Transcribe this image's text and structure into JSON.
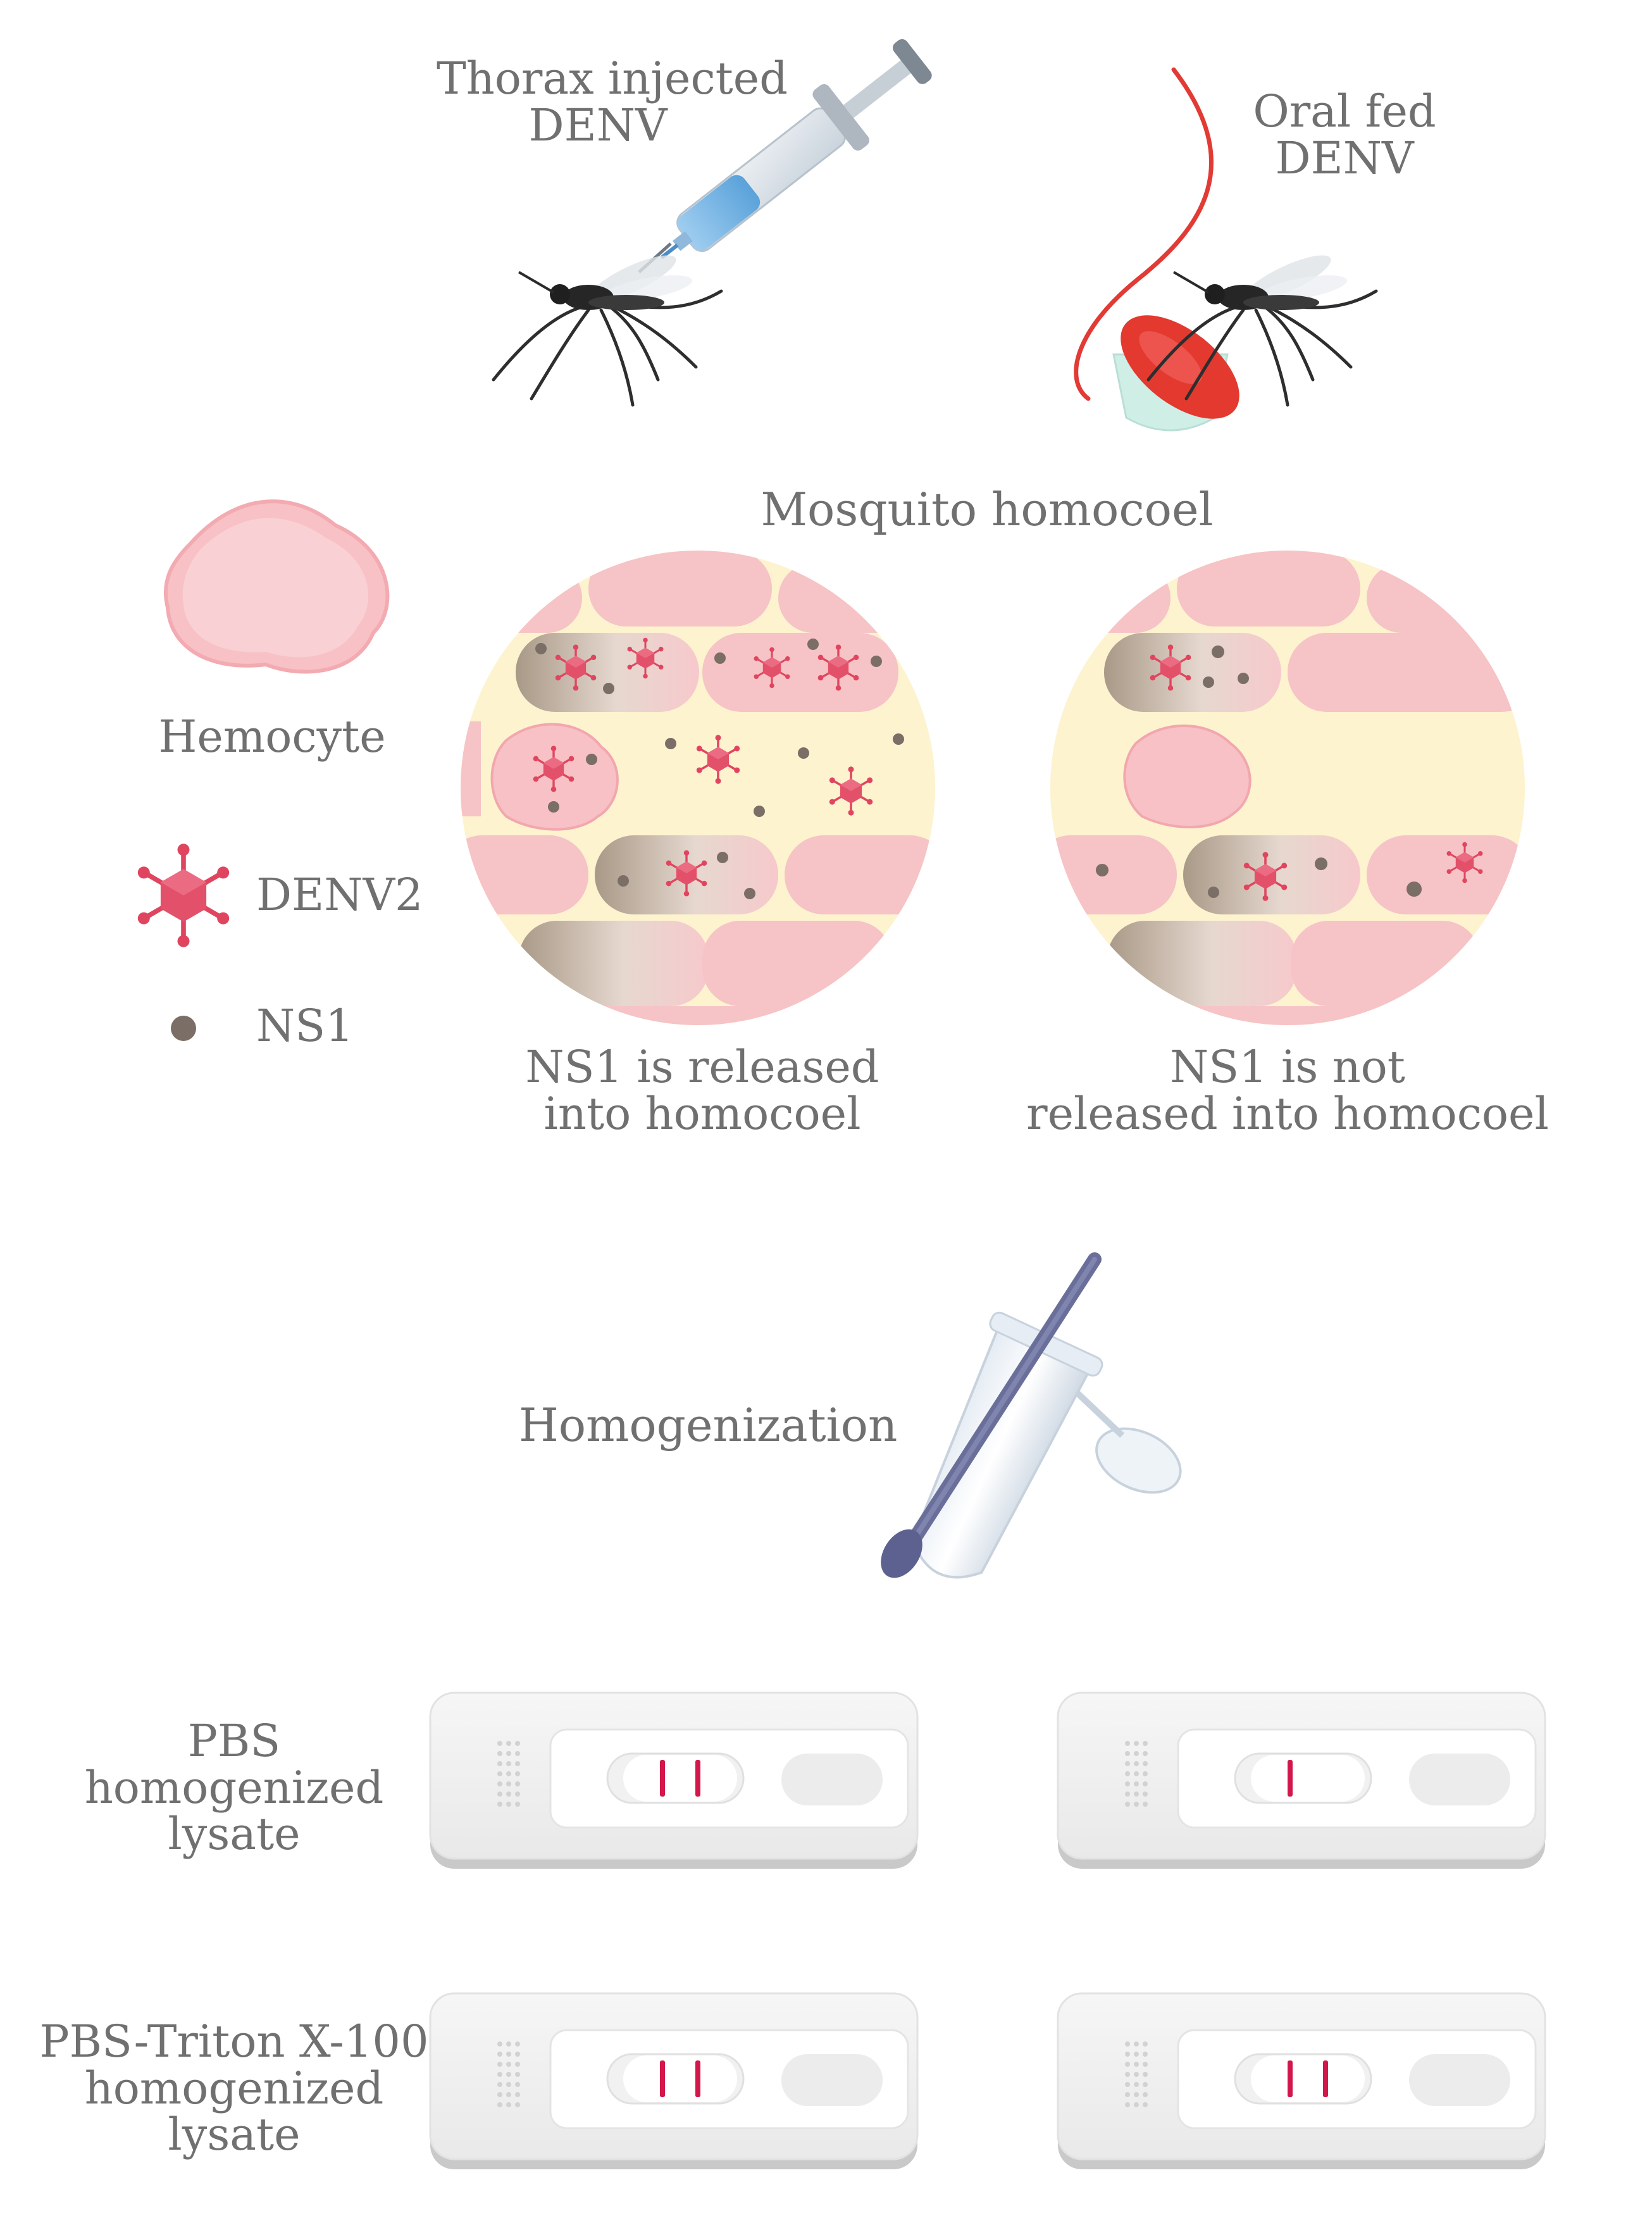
{
  "top": {
    "thorax_label": [
      "Thorax injected",
      "DENV"
    ],
    "oral_label": [
      "Oral fed",
      "DENV"
    ]
  },
  "homocoel": {
    "title": "Mosquito homocoel",
    "left_caption": [
      "NS1 is released",
      "into homocoel"
    ],
    "right_caption": [
      "NS1 is not",
      "released into homocoel"
    ]
  },
  "legend": {
    "hemocyte": "Hemocyte",
    "denv2": "DENV2",
    "ns1": "NS1"
  },
  "homogenization": {
    "label": "Homogenization"
  },
  "tests": {
    "rows": [
      {
        "label": [
          "PBS",
          "homogenized",
          "lysate"
        ],
        "left_lines": 2,
        "right_lines": 1
      },
      {
        "label": [
          "PBS-Triton X-100",
          "homogenized",
          "lysate"
        ],
        "left_lines": 2,
        "right_lines": 2
      }
    ]
  },
  "colors": {
    "text": "#707070",
    "tissue_pink": "#f7c9cc",
    "fluid_yellow": "#fdf3cf",
    "virus_red": "#e0455f",
    "ns1_brown": "#7a6e66",
    "test_line": "#d3174a",
    "cassette": "#efefef"
  }
}
